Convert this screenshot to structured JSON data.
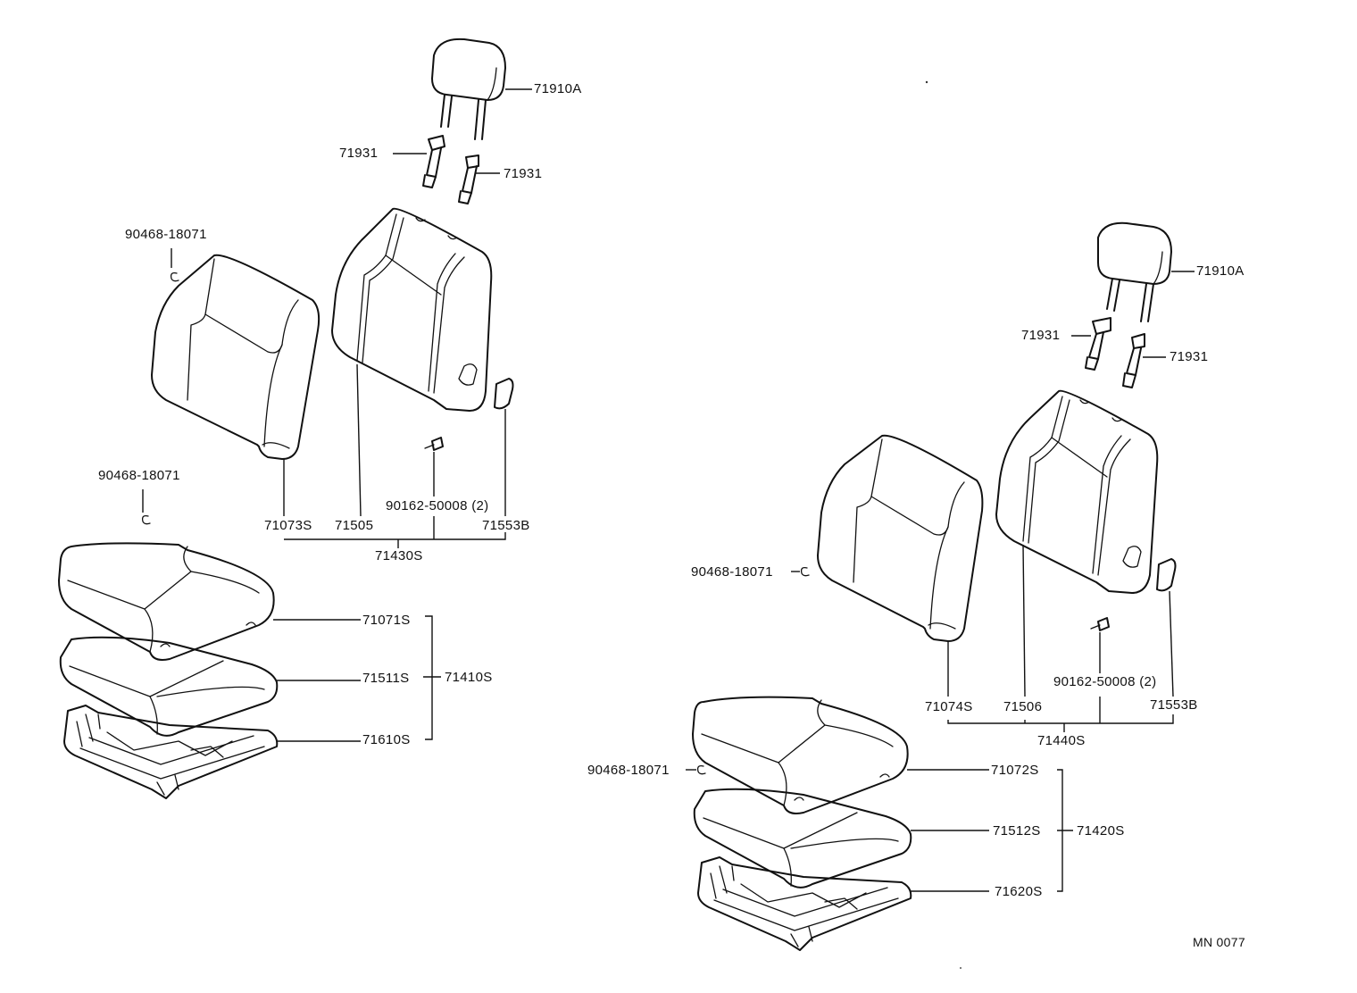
{
  "left_assembly": {
    "headrest": "71910A",
    "guide_a": "71931",
    "guide_b": "71931",
    "hog_ring_back": "90468-18071",
    "hog_ring_cushion": "90468-18071",
    "back_cover": "71073S",
    "back_pad": "71505",
    "screw": "90162-50008",
    "screw_qty": "(2)",
    "back_cap": "71553B",
    "back_assy": "71430S",
    "cushion_cover": "71071S",
    "cushion_pad": "71511S",
    "cushion_assy": "71410S",
    "frame": "71610S"
  },
  "right_assembly": {
    "headrest": "71910A",
    "guide_a": "71931",
    "guide_b": "71931",
    "hog_ring_back": "90468-18071",
    "hog_ring_cushion": "90468-18071",
    "back_cover": "71074S",
    "back_pad": "71506",
    "screw": "90162-50008",
    "screw_qty": "(2)",
    "back_cap": "71553B",
    "back_assy": "71440S",
    "cushion_cover": "71072S",
    "cushion_pad": "71512S",
    "cushion_assy": "71420S",
    "frame": "71620S"
  },
  "drawing_id": "MN 0077"
}
